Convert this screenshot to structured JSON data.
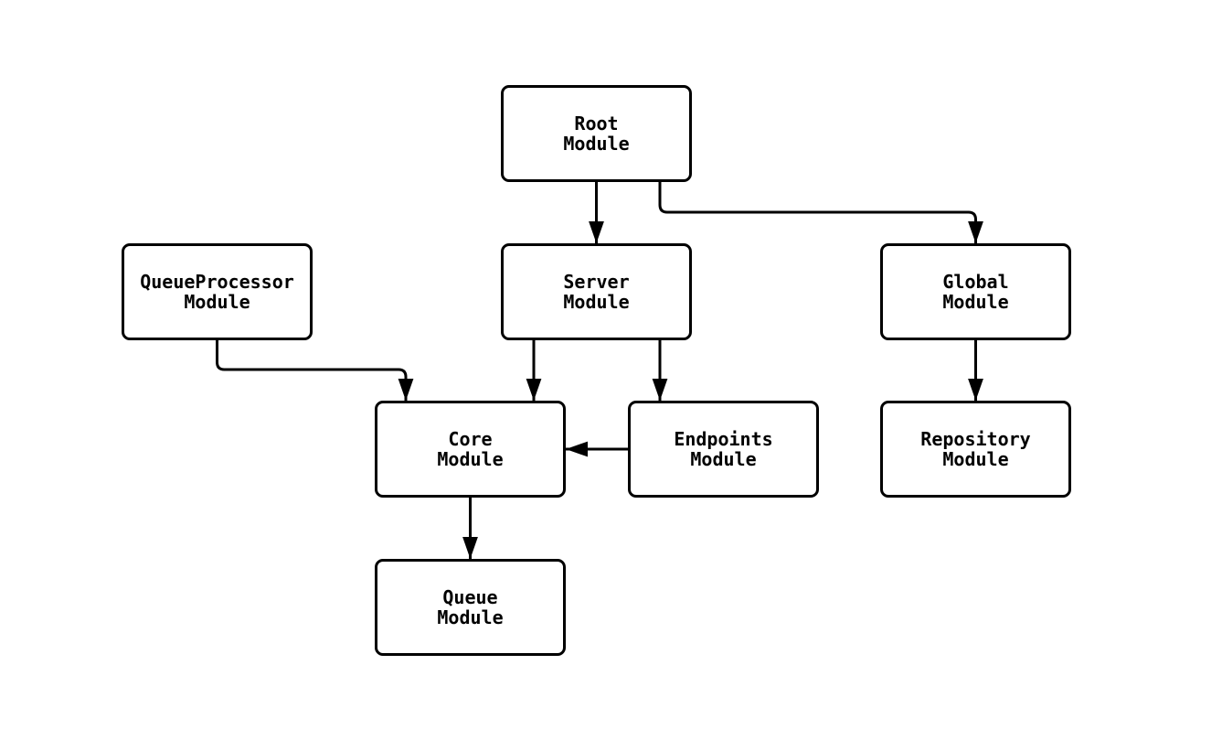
{
  "diagram": {
    "type": "flowchart",
    "background_color": "#ffffff",
    "node_border_color": "#000000",
    "node_fill_color": "#ffffff",
    "edge_color": "#000000",
    "text_color": "#000000",
    "nodes": [
      {
        "id": "root",
        "label": "Root\nModule"
      },
      {
        "id": "queueprocessor",
        "label": "QueueProcessor\nModule"
      },
      {
        "id": "server",
        "label": "Server\nModule"
      },
      {
        "id": "global",
        "label": "Global\nModule"
      },
      {
        "id": "core",
        "label": "Core\nModule"
      },
      {
        "id": "endpoints",
        "label": "Endpoints\nModule"
      },
      {
        "id": "repository",
        "label": "Repository\nModule"
      },
      {
        "id": "queue",
        "label": "Queue\nModule"
      }
    ],
    "edges": [
      {
        "from": "root",
        "to": "server"
      },
      {
        "from": "root",
        "to": "global"
      },
      {
        "from": "queueprocessor",
        "to": "core"
      },
      {
        "from": "server",
        "to": "core"
      },
      {
        "from": "server",
        "to": "endpoints"
      },
      {
        "from": "endpoints",
        "to": "core"
      },
      {
        "from": "global",
        "to": "repository"
      },
      {
        "from": "core",
        "to": "queue"
      }
    ]
  }
}
